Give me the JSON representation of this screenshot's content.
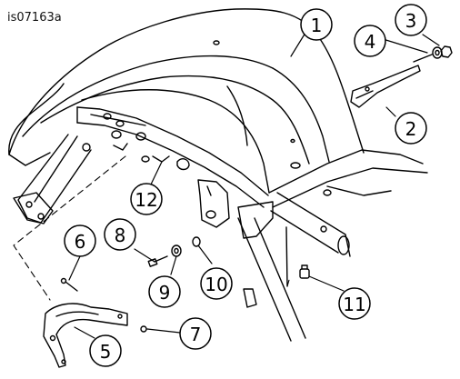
{
  "figure_id": "is07163a",
  "callouts": {
    "c1": "1",
    "c2": "2",
    "c3": "3",
    "c4": "4",
    "c5": "5",
    "c6": "6",
    "c7": "7",
    "c8": "8",
    "c9": "9",
    "c10": "10",
    "c11": "11",
    "c12": "12"
  },
  "colors": {
    "line": "#000000",
    "background": "#ffffff"
  }
}
